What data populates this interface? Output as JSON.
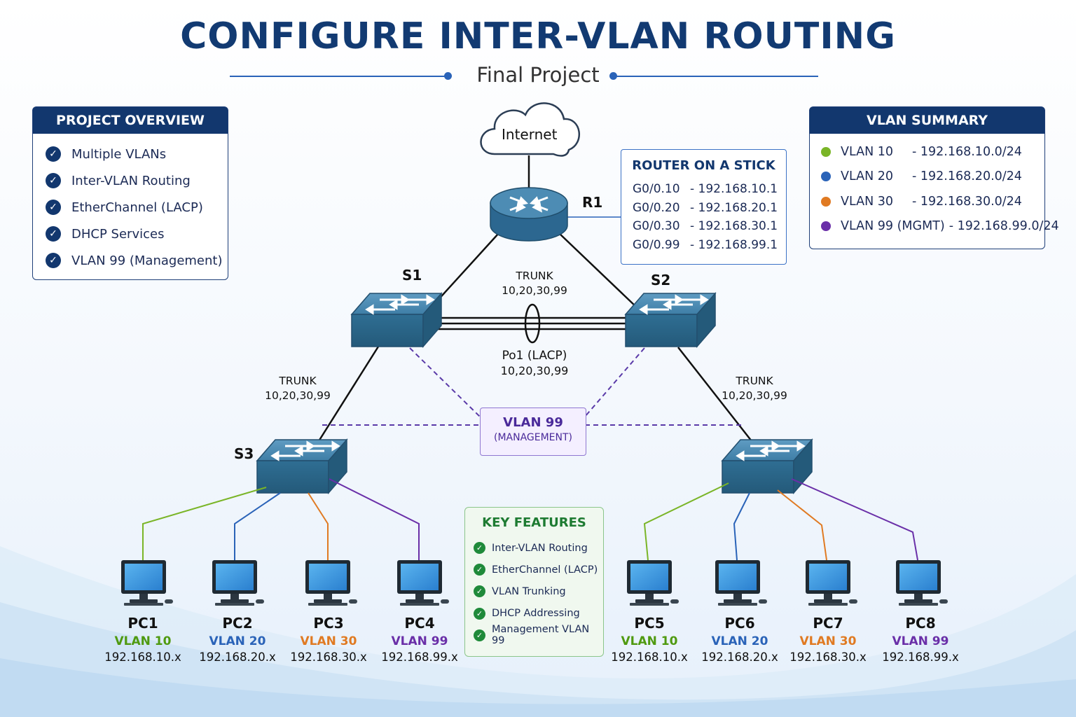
{
  "title": "CONFIGURE INTER-VLAN ROUTING",
  "subtitle": "Final Project",
  "colors": {
    "navy": "#12376e",
    "vlan10": "#7ab527",
    "vlan20": "#2a63b8",
    "vlan30": "#e07a22",
    "vlan99": "#6a2fa8",
    "switch": "#2f6e93",
    "mgmt_dashed": "#5a3aa8"
  },
  "overview": {
    "heading": "PROJECT OVERVIEW",
    "items": [
      "Multiple VLANs",
      "Inter-VLAN Routing",
      "EtherChannel (LACP)",
      "DHCP Services",
      "VLAN 99 (Management)"
    ]
  },
  "vlan_summary": {
    "heading": "VLAN SUMMARY",
    "rows": [
      {
        "name": "VLAN 10",
        "network": "- 192.168.10.0/24",
        "color": "#7ab527"
      },
      {
        "name": "VLAN 20",
        "network": "- 192.168.20.0/24",
        "color": "#2a63b8"
      },
      {
        "name": "VLAN 30",
        "network": "- 192.168.30.0/24",
        "color": "#e07a22"
      },
      {
        "name": "VLAN 99 (MGMT)",
        "network": "- 192.168.99.0/24",
        "color": "#6a2fa8"
      }
    ]
  },
  "router_on_stick": {
    "heading": "ROUTER ON A STICK",
    "rows": [
      {
        "iface": "G0/0.10",
        "ip": "- 192.168.10.1"
      },
      {
        "iface": "G0/0.20",
        "ip": "- 192.168.20.1"
      },
      {
        "iface": "G0/0.30",
        "ip": "- 192.168.30.1"
      },
      {
        "iface": "G0/0.99",
        "ip": "- 192.168.99.1"
      }
    ]
  },
  "internet_label": "Internet",
  "nodes": {
    "r1": "R1",
    "s1": "S1",
    "s2": "S2",
    "s3": "S3"
  },
  "links": {
    "s1_s2_trunk": "TRUNK",
    "s1_s2_vlans": "10,20,30,99",
    "po1": "Po1 (LACP)",
    "po1_vlans": "10,20,30,99",
    "left_trunk": "TRUNK",
    "left_vlans": "10,20,30,99",
    "right_trunk": "TRUNK",
    "right_vlans": "10,20,30,99"
  },
  "mgmt": {
    "title": "VLAN 99",
    "subtitle": "(MANAGEMENT)"
  },
  "key_features": {
    "heading": "KEY FEATURES",
    "items": [
      "Inter-VLAN Routing",
      "EtherChannel (LACP)",
      "VLAN Trunking",
      "DHCP Addressing",
      "Management VLAN 99"
    ]
  },
  "pcs": [
    {
      "name": "PC1",
      "vlan": "VLAN 10",
      "ip": "192.168.10.x",
      "color": "#7ab527"
    },
    {
      "name": "PC2",
      "vlan": "VLAN 20",
      "ip": "192.168.20.x",
      "color": "#2a63b8"
    },
    {
      "name": "PC3",
      "vlan": "VLAN 30",
      "ip": "192.168.30.x",
      "color": "#e07a22"
    },
    {
      "name": "PC4",
      "vlan": "VLAN 99",
      "ip": "192.168.99.x",
      "color": "#6a2fa8"
    },
    {
      "name": "PC5",
      "vlan": "VLAN 10",
      "ip": "192.168.10.x",
      "color": "#7ab527"
    },
    {
      "name": "PC6",
      "vlan": "VLAN 20",
      "ip": "192.168.20.x",
      "color": "#2a63b8"
    },
    {
      "name": "PC7",
      "vlan": "VLAN 30",
      "ip": "192.168.30.x",
      "color": "#e07a22"
    },
    {
      "name": "PC8",
      "vlan": "VLAN 99",
      "ip": "192.168.99.x",
      "color": "#6a2fa8"
    }
  ]
}
